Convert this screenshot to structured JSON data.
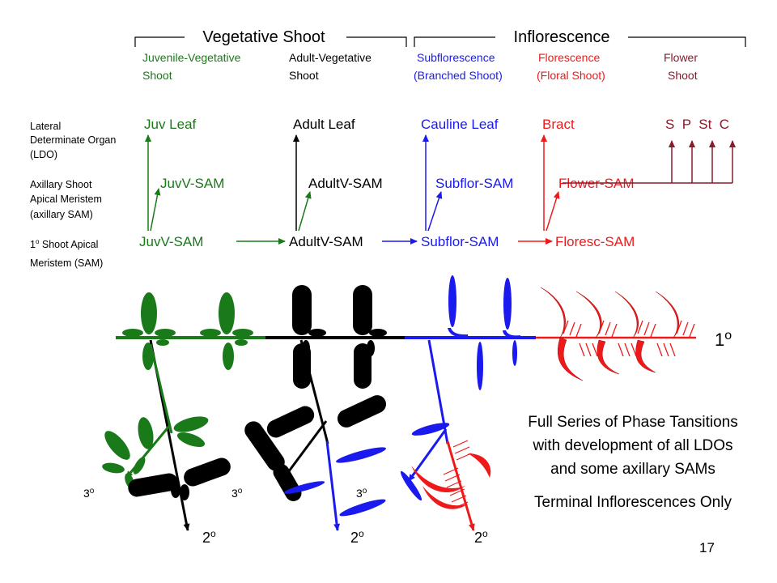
{
  "colors": {
    "juvenile": "#1a7a1a",
    "adult": "#000000",
    "subflorescence": "#1a1aee",
    "florescence": "#ee1a1a",
    "flower": "#8b1a2a"
  },
  "header": {
    "vegetative_shoot": "Vegetative Shoot",
    "inflorescence": "Inflorescence"
  },
  "phases": [
    {
      "line1": "Juvenile-Vegetative",
      "line2": "Shoot"
    },
    {
      "line1": "Adult-Vegetative",
      "line2": "Shoot"
    },
    {
      "line1": "Subflorescence",
      "line2": "(Branched Shoot)"
    },
    {
      "line1": "Florescence",
      "line2": "(Floral Shoot)"
    },
    {
      "line1": "Flower",
      "line2": "Shoot"
    }
  ],
  "row_labels": {
    "ldo": [
      "Lateral",
      "Determinate Organ",
      "(LDO)"
    ],
    "axillary": [
      "Axillary Shoot",
      "Apical Meristem",
      "(axillary SAM)"
    ],
    "primary_pre": "1",
    "primary_sup": "o",
    "primary_post": " Shoot Apical",
    "primary_line2": "Meristem (SAM)"
  },
  "ldo_labels": [
    "Juv Leaf",
    "Adult Leaf",
    "Cauline Leaf",
    "Bract",
    "S  P  St  C"
  ],
  "axillary_labels": [
    "JuvV-SAM",
    "AdultV-SAM",
    "Subflor-SAM",
    "Flower-SAM"
  ],
  "sam_labels": [
    "JuvV-SAM",
    "AdultV-SAM",
    "Subflor-SAM",
    "Floresc-SAM"
  ],
  "axis_labels": {
    "primary": "1",
    "secondary": "2",
    "tertiary": "3",
    "degree": "o"
  },
  "caption": {
    "line1": "Full Series of Phase Tansitions",
    "line2": "with development of all LDOs",
    "line3": "and some axillary SAMs",
    "line4": "Terminal Inflorescences Only"
  },
  "page_number": "17"
}
